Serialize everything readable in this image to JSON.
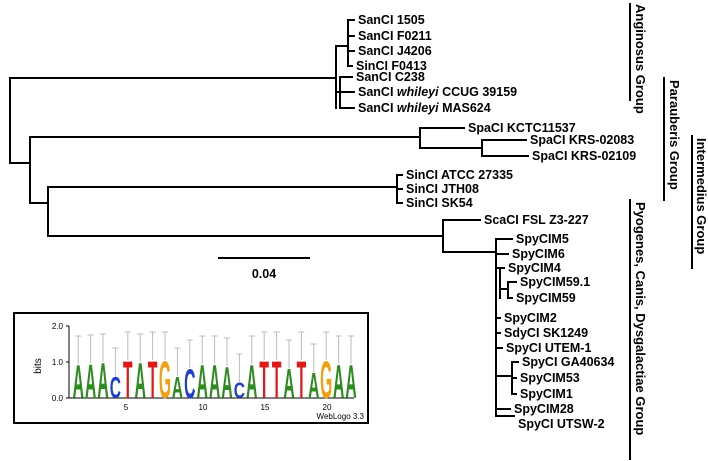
{
  "taxa": {
    "t0": "SanCI 1505",
    "t1": "SanCI F0211",
    "t2": "SanCI J4206",
    "t3": "SinCI F0413",
    "t4": "SanCI C238",
    "t5_pre": "SanCI ",
    "t5_it": "whileyi",
    "t5_post": " CCUG 39159",
    "t6_pre": "SanCI ",
    "t6_it": "whileyi",
    "t6_post": " MAS624",
    "t7": "SpaCI KCTC11537",
    "t8": "SpaCI KRS-02083",
    "t9": "SpaCI KRS-02109",
    "t10": "SinCI ATCC 27335",
    "t11": "SinCI JTH08",
    "t12": "SinCI SK54",
    "t13": "ScaCI FSL Z3-227",
    "t14": "SpyCIM5",
    "t15": "SpyCIM6",
    "t16": "SpyCIM4",
    "t17": "SpyCIM59.1",
    "t18": "SpyCIM59",
    "t19": "SpyCIM2",
    "t20": "SdyCI SK1249",
    "t21": "SpyCI UTEM-1",
    "t22": "SpyCI GA40634",
    "t23": "SpyCIM53",
    "t24": "SpyCIM1",
    "t25": "SpyCIM28",
    "t26": "SpyCI UTSW-2"
  },
  "groups": {
    "anginosus": "Anginosus Group",
    "parauberis": "Parauberis Group",
    "intermedius": "Intermedius Group",
    "pyogenes": "Pyogenes, Canis, Dysgalactiae Group"
  },
  "scale_label": "0.04",
  "logo": {
    "ylabel": "bits",
    "yticks": [
      "2.0",
      "1.0",
      "0.0"
    ],
    "xticks": [
      "5",
      "10",
      "15",
      "20"
    ],
    "credit": "WebLogo 3.3",
    "colors": {
      "A": "#2e8b1f",
      "C": "#1f3fc8",
      "G": "#f0a010",
      "T": "#e01818"
    },
    "letters": [
      "A",
      "A",
      "A",
      "C",
      "T",
      "A",
      "T",
      "G",
      "A",
      "C",
      "A",
      "A",
      "A",
      "C",
      "A",
      "T",
      "T",
      "A",
      "T",
      "A",
      "G",
      "A",
      "A"
    ]
  }
}
